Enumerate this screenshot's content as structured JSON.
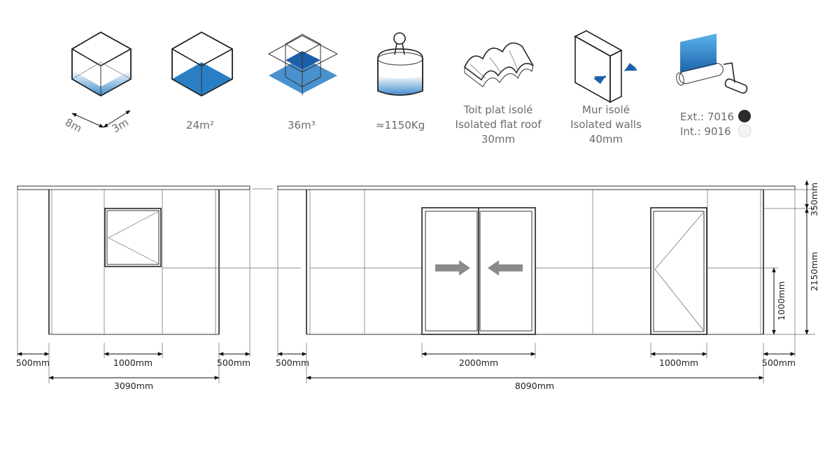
{
  "specs": {
    "dimensions": {
      "length": "8m",
      "width": "3m"
    },
    "floor_area": "24m²",
    "volume": "36m³",
    "weight": "≈1150Kg",
    "roof": {
      "line1": "Toit plat isolé",
      "line2": "Isolated flat roof",
      "line3": "30mm"
    },
    "walls": {
      "line1": "Mur isolé",
      "line2": "Isolated walls",
      "line3": "40mm"
    },
    "colors": {
      "ext_label": "Ext.: 7016",
      "ext_color": "#2b2b2b",
      "int_label": "Int.: 9016",
      "int_color": "#f4f4f4"
    },
    "accent_color": "#2a7fc4"
  },
  "left_elevation": {
    "left_margin": "500mm",
    "window_width": "1000mm",
    "right_margin": "500mm",
    "total_width": "3090mm"
  },
  "right_elevation": {
    "left_margin": "500mm",
    "sliding_door_width": "2000mm",
    "door_width": "1000mm",
    "right_margin": "500mm",
    "total_width": "8090mm",
    "roof_height": "350mm",
    "wall_height": "2150mm",
    "window_sill_height": "1000mm"
  }
}
